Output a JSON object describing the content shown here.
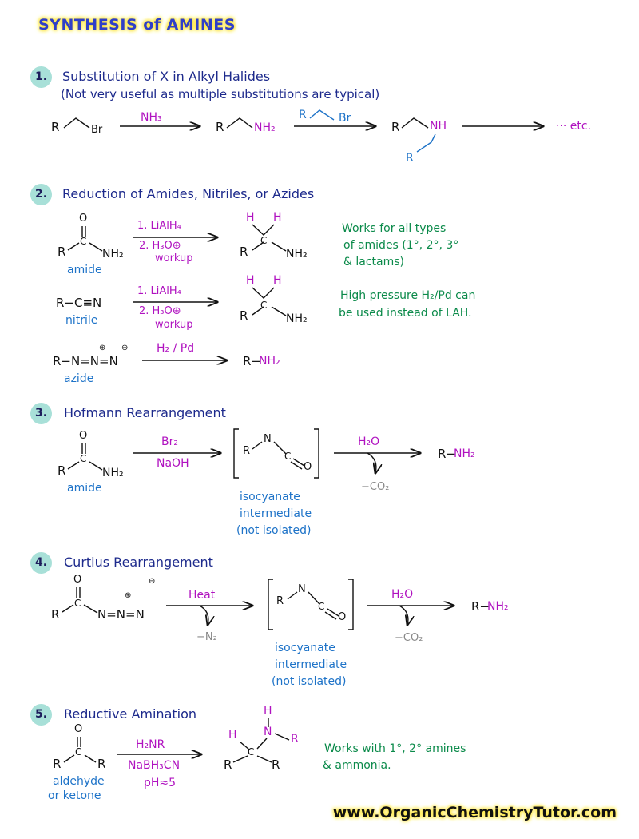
{
  "title": "SYNTHESIS of AMINES",
  "footer": "www.OrganicChemistryTutor.com",
  "s1": {
    "num": "1.",
    "heading": "Substitution of X in Alkyl Halides",
    "note": "(Not very useful as multiple substitutions are typical)",
    "r1": "R",
    "br": "Br",
    "reagent": "NH₃",
    "r2": "R",
    "nh2": "NH₂",
    "reagent2_r": "R",
    "reagent2_br": "Br",
    "r3": "R",
    "nh": "NH",
    "r4": "R",
    "etc": "··· etc."
  },
  "s2": {
    "num": "2.",
    "heading": "Reduction of Amides, Nitriles, or Azides",
    "amide_o": "O",
    "amide_c": "C",
    "amide_r": "R",
    "amide_nh2": "NH₂",
    "amide_label": "amide",
    "lah1": "1. LiAlH₄",
    "h3o1": "2. H₃O⊕",
    "workup1": "workup",
    "prod1_h1": "H",
    "prod1_h2": "H",
    "prod1_c": "C",
    "prod1_r": "R",
    "prod1_nh2": "NH₂",
    "note1_a": "Works for all types",
    "note1_b": "of amides (1°, 2°, 3°",
    "note1_c": "& lactams)",
    "nitrile": "R−C≡N",
    "nitrile_label": "nitrile",
    "lah2": "1. LiAlH₄",
    "h3o2": "2. H₃O⊕",
    "workup2": "workup",
    "prod2_h1": "H",
    "prod2_h2": "H",
    "prod2_c": "C",
    "prod2_r": "R",
    "prod2_nh2": "NH₂",
    "note2_a": "High pressure H₂/Pd can",
    "note2_b": "be used instead of LAH.",
    "azide": "R−N=N=N",
    "azide_plus": "⊕",
    "azide_minus": "⊖",
    "azide_label": "azide",
    "h2pd": "H₂ / Pd",
    "azide_prod_r": "R−",
    "azide_prod_nh2": "NH₂"
  },
  "s3": {
    "num": "3.",
    "heading": "Hofmann Rearrangement",
    "o": "O",
    "c": "C",
    "r": "R",
    "nh2": "NH₂",
    "label": "amide",
    "br2": "Br₂",
    "naoh": "NaOH",
    "iso_r": "R",
    "iso_n": "N",
    "iso_c": "C",
    "iso_o": "O",
    "h2o": "H₂O",
    "co2": "−CO₂",
    "prod_r": "R−",
    "prod_nh2": "NH₂",
    "iso_label_a": "isocyanate",
    "iso_label_b": "intermediate",
    "iso_label_c": "(not isolated)"
  },
  "s4": {
    "num": "4.",
    "heading": "Curtius Rearrangement",
    "o": "O",
    "c": "C",
    "r": "R",
    "chain": "N=N=N",
    "plus": "⊕",
    "minus": "⊖",
    "heat": "Heat",
    "n2": "−N₂",
    "iso_r": "R",
    "iso_n": "N",
    "iso_c": "C",
    "iso_o": "O",
    "h2o": "H₂O",
    "co2": "−CO₂",
    "prod_r": "R−",
    "prod_nh2": "NH₂",
    "iso_label_a": "isocyanate",
    "iso_label_b": "intermediate",
    "iso_label_c": "(not isolated)"
  },
  "s5": {
    "num": "5.",
    "heading": "Reductive Amination",
    "o": "O",
    "c": "C",
    "r1": "R",
    "r2": "R",
    "label_a": "aldehyde",
    "label_b": "or ketone",
    "h2nr": "H₂NR",
    "nabh3cn": "NaBH₃CN",
    "ph": "pH≈5",
    "p_h_top": "H",
    "p_n": "N",
    "p_r_n": "R",
    "p_h": "H",
    "p_c": "C",
    "p_r1": "R",
    "p_r2": "R",
    "note_a": "Works with 1°, 2° amines",
    "note_b": "& ammonia."
  },
  "colors": {
    "heading": "#1d2a8c",
    "reagent": "#b012c0",
    "label": "#1e73c8",
    "note": "#0b8a4a",
    "badge": "#a8e0d8",
    "highlight": "#ffe94a"
  }
}
